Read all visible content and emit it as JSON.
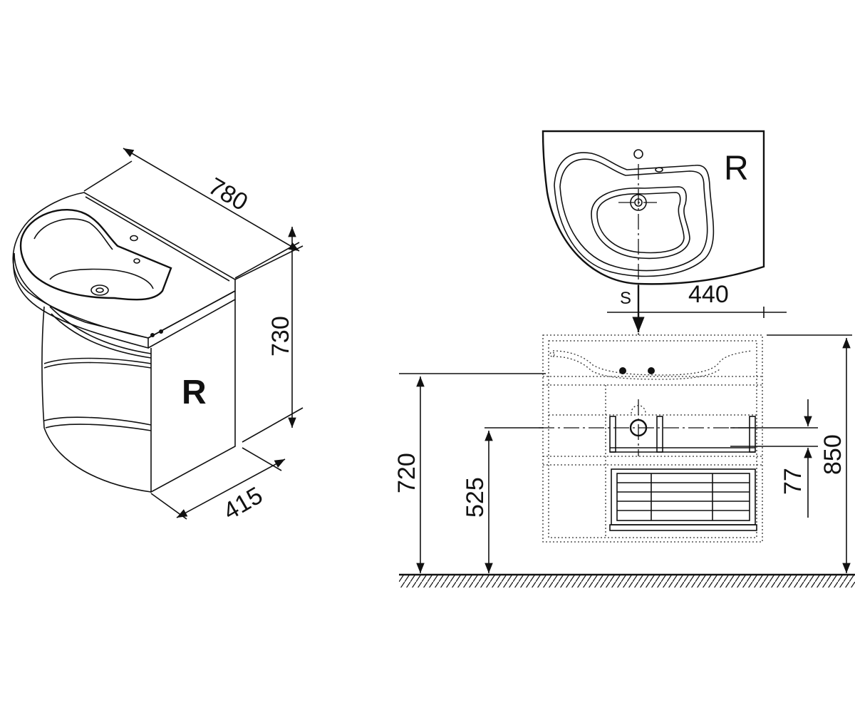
{
  "left_view": {
    "width_dim": "780",
    "height_dim": "730",
    "depth_dim": "415",
    "side_label": "R"
  },
  "right_view": {
    "top_label": "R",
    "s_label": "S",
    "offset_dim": "440",
    "dim_720": "720",
    "dim_525": "525",
    "dim_77": "77",
    "dim_850": "850"
  }
}
